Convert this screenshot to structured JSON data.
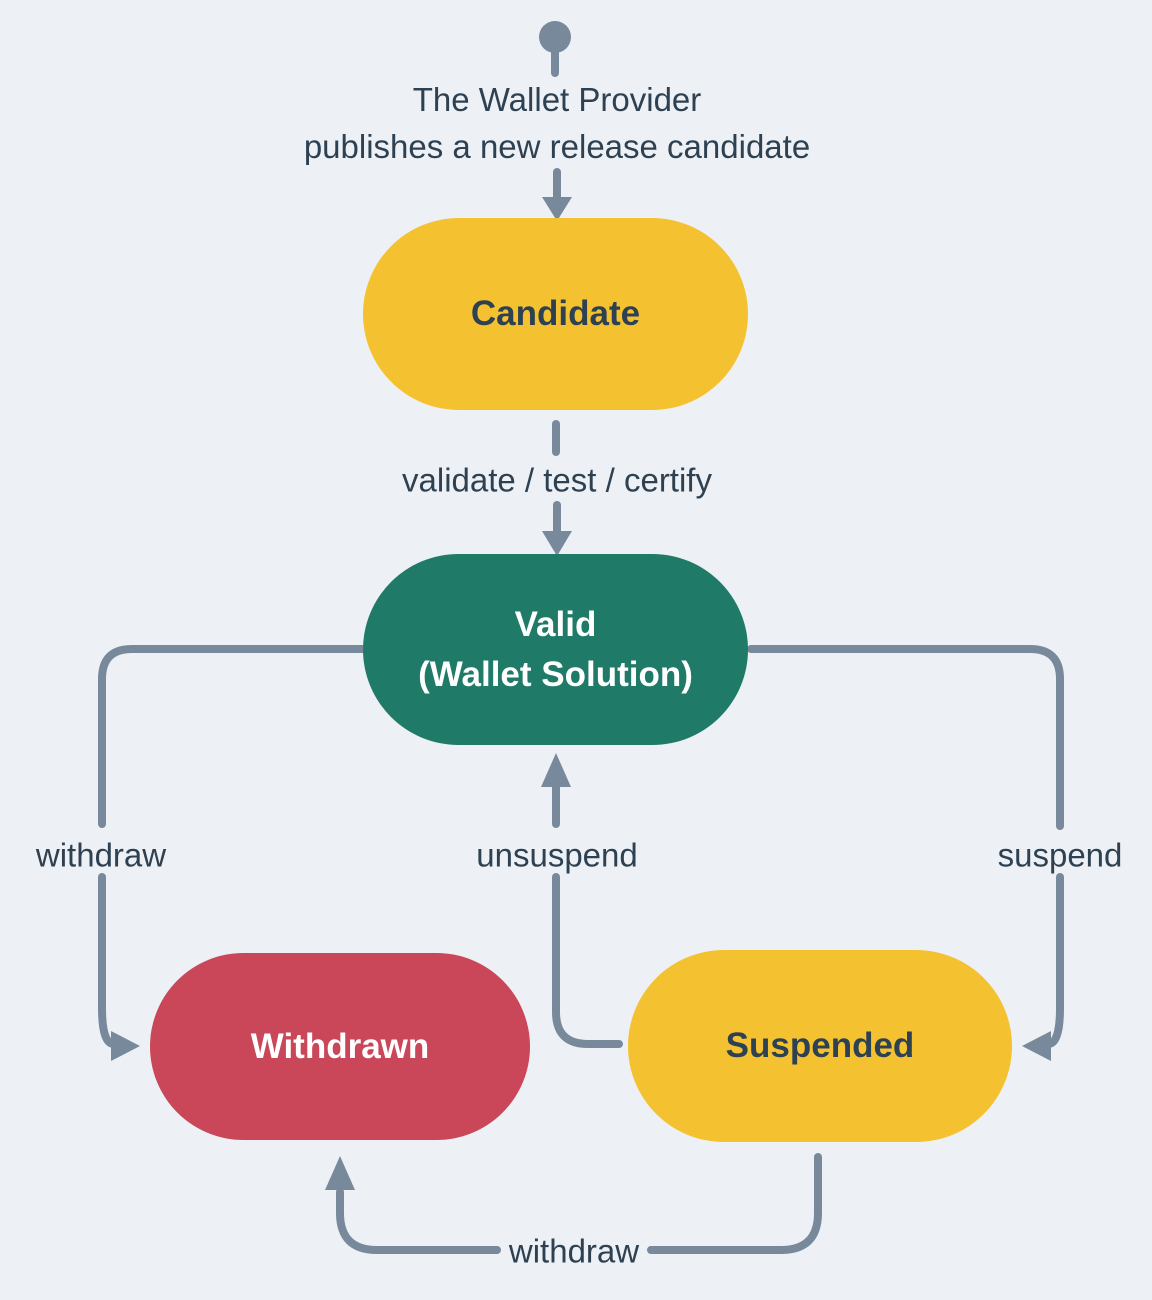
{
  "colors": {
    "background": "#EDF1F5",
    "line": "#78899C",
    "text": "#2E4152",
    "node_yellow": "#F4C230",
    "node_green": "#1F7B67",
    "node_red": "#C94759",
    "node_text_dark": "#2E4152",
    "node_text_light": "#FFFFFF"
  },
  "start": {
    "caption_line1": "The Wallet Provider",
    "caption_line2": "publishes a new release candidate"
  },
  "nodes": {
    "candidate": {
      "label": "Candidate",
      "fill": "#F4C230",
      "text": "#2E4152"
    },
    "valid": {
      "label_line1": "Valid",
      "label_line2": "(Wallet Solution)",
      "fill": "#1F7B67",
      "text": "#FFFFFF"
    },
    "withdrawn": {
      "label": "Withdrawn",
      "fill": "#C94759",
      "text": "#FFFFFF"
    },
    "suspended": {
      "label": "Suspended",
      "fill": "#F4C230",
      "text": "#2E4152"
    }
  },
  "edges": {
    "candidate_to_valid": "validate / test / certify",
    "valid_to_withdrawn": "withdraw",
    "suspended_to_valid": "unsuspend",
    "valid_to_suspended": "suspend",
    "suspended_to_withdrawn": "withdraw"
  }
}
